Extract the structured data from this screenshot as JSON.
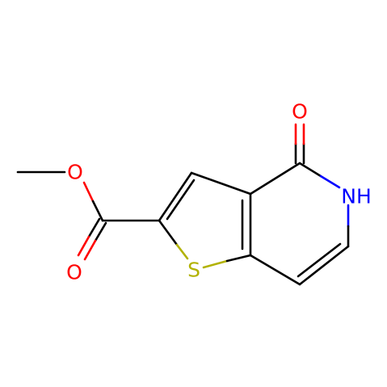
{
  "colors": {
    "carbon": "#000000",
    "oxygen": "#ff0000",
    "nitrogen": "#0000ff",
    "sulfur": "#b2b200",
    "background": "#ffffff"
  },
  "atoms": {
    "o_top": "O",
    "nh": "NH",
    "o_ester": "O",
    "s_ring": "S",
    "o_carbonyl": "O"
  }
}
